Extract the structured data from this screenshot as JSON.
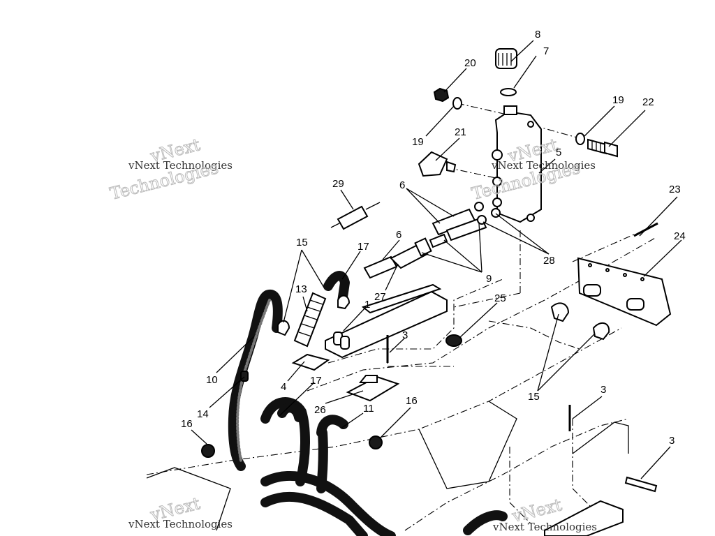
{
  "watermarks": {
    "small": "vNext Technologies",
    "big_line1": "vNext",
    "big_line2": "Technologies"
  },
  "callouts": {
    "c1": "1",
    "c3a": "3",
    "c3b": "3",
    "c3c": "3",
    "c4": "4",
    "c5": "5",
    "c6a": "6",
    "c6b": "6",
    "c7": "7",
    "c8": "8",
    "c9": "9",
    "c10": "10",
    "c11": "11",
    "c13": "13",
    "c14": "14",
    "c15a": "15",
    "c15b": "15",
    "c16a": "16",
    "c16b": "16",
    "c17a": "17",
    "c17b": "17",
    "c19a": "19",
    "c19b": "19",
    "c20": "20",
    "c21": "21",
    "c22": "22",
    "c23": "23",
    "c24": "24",
    "c25": "25",
    "c26": "26",
    "c27": "27",
    "c28": "28",
    "c29": "29"
  }
}
